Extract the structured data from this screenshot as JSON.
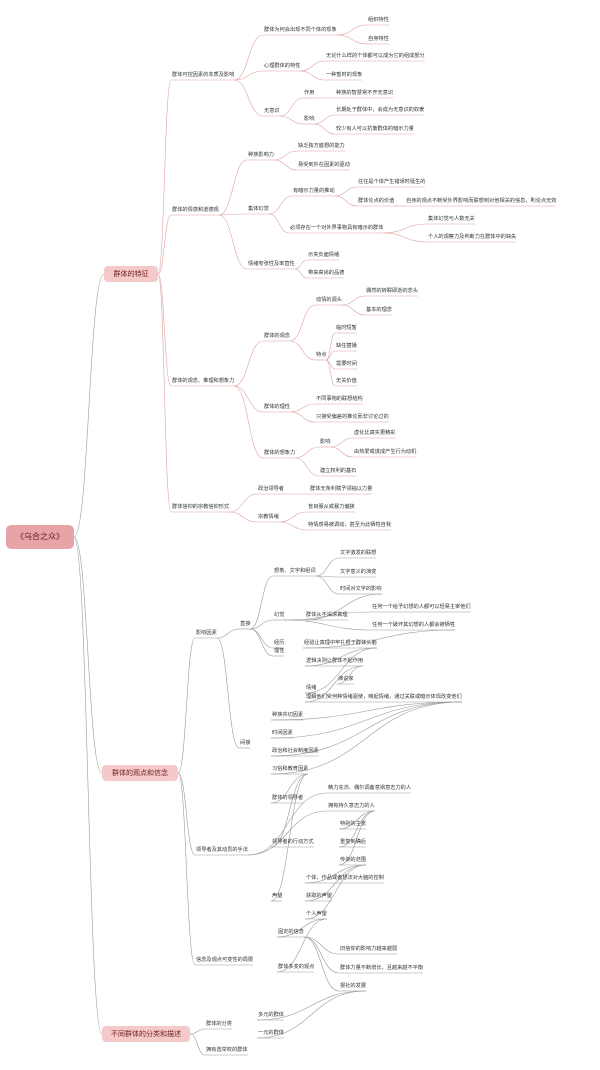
{
  "root": "《乌合之众》",
  "mains": [
    "群体的特征",
    "群体的观点和信念",
    "不同群体的分类和描述"
  ],
  "nodes": [
    "群体可控因素的本质及影响",
    "群体为何会出现不同个体的现象",
    "组织特性",
    "自身特性",
    "心理群体的特性",
    "无论什么样的个体都可以成为它的组成部分",
    "一种暂时的现象",
    "无意识",
    "作用",
    "种族的智慧常不开无意识",
    "影响",
    "长期处于群体中，会成为无意识的奴隶",
    "较少有人可以抗衡群体的暗示力量",
    "群体的情感和道德观",
    "种族影响力",
    "缺乏独方盛想的能力",
    "易受到外在因素的驱动",
    "集体幻觉",
    "有暗示力量的推动",
    "往往是个体产生错误时诞生的",
    "群体论点的价值",
    "自身的观点不断受外界影响而联想到对他相关的信息，則论点无效",
    "必须存在一个对外界事物具有暗示的群体",
    "集体幻觉与人数无关",
    "个人的观察力及判断力在群体中的缺失",
    "情绪夸张性及率直性",
    "示夹负面情绪",
    "带来高尚的品德",
    "群体的观念、推理和想象力",
    "群体的观念",
    "动情的源头",
    "偶然的转瞬即逝的念头",
    "基本的理念",
    "特点",
    "临时短暂",
    "缺任替播",
    "需要时间",
    "无关价值",
    "群体的理性",
    "不同事物的联想结构",
    "只接受偏差的推论而非讨论过的",
    "群体的想象力",
    "影响",
    "虚化比真实更精彩",
    "由热爱或谎成产生行为动机",
    "建立权利的基石",
    "群体信仰的宗教信仰形式",
    "政治领导者",
    "群体无条利赋予领袖以力量",
    "宗教情绪",
    "盲目服从或暴力偏狭",
    "特情感易被调动，甚至为此牺牲自我",
    "影响因素",
    "直接",
    "想象、文字和组词",
    "文字激发的联想",
    "文字意义的演变",
    "时间对文字的影响",
    "幻觉",
    "群体从不渴求真理",
    "任何一个给予幻想的人都可以轻易主宰他们",
    "任何一个破坏其幻想的人都会被牺牲",
    "经历",
    "经验让真理中牢扎根于群体头脑",
    "理性",
    "逻辑决则让群体不起作用",
    "情绪",
    "演说家",
    "理解他们受何种情绪驱使，唤起情绪，通过关联或暗示体现改变他们",
    "间接",
    "种族共切因素",
    "时间因素",
    "政治和社会制度因素",
    "习俗和教育因素",
    "领导者及其动员的手法",
    "群体的领导者",
    "精力充沛、偶尔调备意祸意志力的人",
    "拥有持久意志力的人",
    "领导者的行动方式",
    "特别的主张",
    "重复到确后",
    "传染的范围",
    "声望",
    "个体、作品或者想法对大脑的控制",
    "获取的声望",
    "个人声望",
    "信念及观点可变性的局限",
    "固定的信念",
    "群体多变的观点",
    "旧信仰的影响力越来越弱",
    "群体力量不断增长，且越来越不平衡",
    "报社的发展",
    "群体的分类",
    "多元的群体",
    "一元的群体",
    "拥有选举权的群体"
  ]
}
